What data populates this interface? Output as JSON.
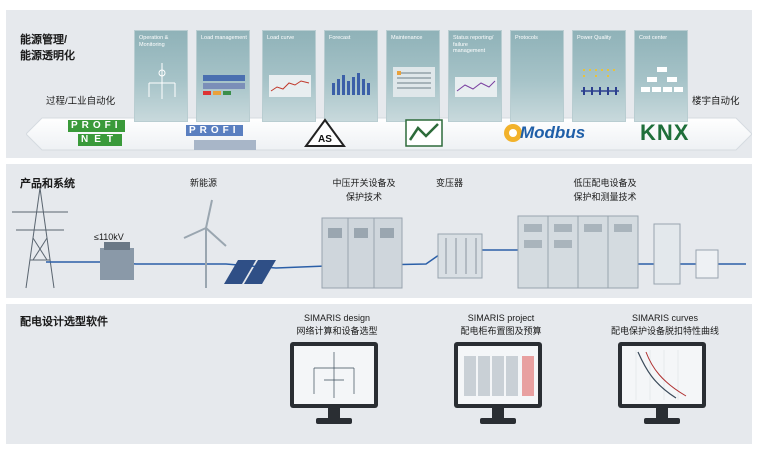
{
  "energy": {
    "title_line1": "能源管理/",
    "title_line2": "能源透明化",
    "left_label": "过程/工业自动化",
    "right_label": "楼宇自动化",
    "modules": [
      {
        "label": "Operation & Monitoring"
      },
      {
        "label": "Load management"
      },
      {
        "label": "Load curve"
      },
      {
        "label": "Forecast"
      },
      {
        "label": "Maintenance"
      },
      {
        "label": "Status reporting/ failure management"
      },
      {
        "label": "Protocols"
      },
      {
        "label": "Power Quality"
      },
      {
        "label": "Cost center"
      }
    ],
    "logos": {
      "profinet_top": "PROFI",
      "profinet_bottom": "NET",
      "profibus": "PROFI",
      "modbus": "Modbus",
      "knx": "KNX"
    }
  },
  "products": {
    "title": "产品和系统",
    "voltage": "≤110kV",
    "renewable": "新能源",
    "mv_line1": "中压开关设备及",
    "mv_line2": "保护技术",
    "transformer": "变压器",
    "lv_line1": "低压配电设备及",
    "lv_line2": "保护和测量技术"
  },
  "software": {
    "title": "配电设计选型软件",
    "items": [
      {
        "name": "SIMARIS design",
        "desc": "网络计算和设备选型"
      },
      {
        "name": "SIMARIS project",
        "desc": "配电柜布置图及预算"
      },
      {
        "name": "SIMARIS curves",
        "desc": "配电保护设备脱扣特性曲线"
      }
    ]
  },
  "colors": {
    "panel": "#e6e9ed",
    "module": "#a6c3c8",
    "line_blue": "#2b5fa8",
    "modbus": "#1f5fa8",
    "knx": "#1f6f3a"
  }
}
